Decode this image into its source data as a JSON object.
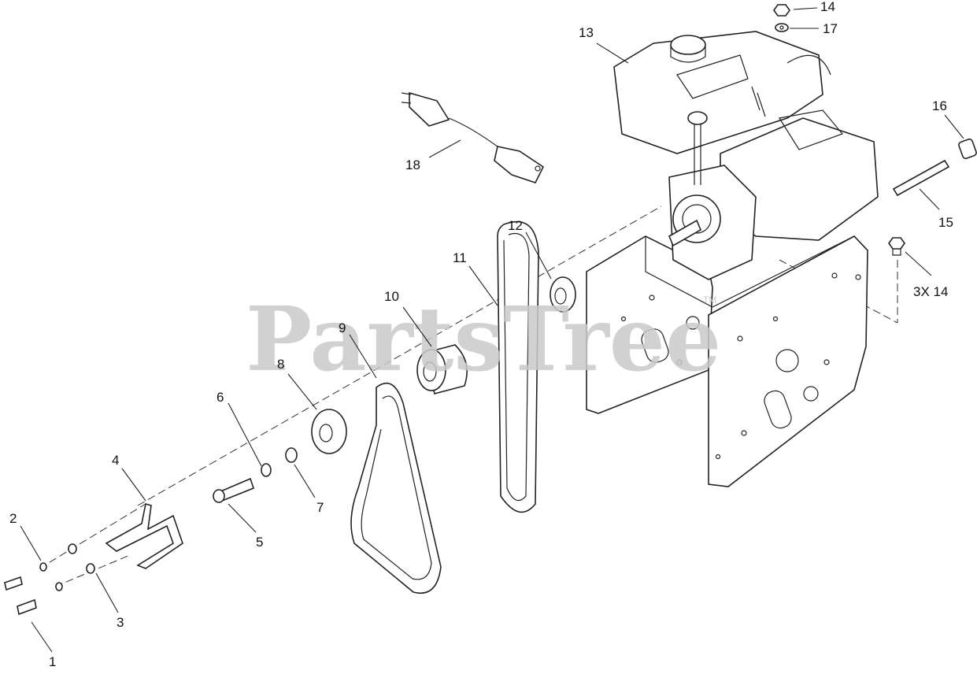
{
  "watermark": {
    "brand": "PartsTree",
    "trademark": "TM"
  },
  "callouts": {
    "c1": "1",
    "c2": "2",
    "c3": "3",
    "c4": "4",
    "c5": "5",
    "c6": "6",
    "c7": "7",
    "c8": "8",
    "c9": "9",
    "c10": "10",
    "c11": "11",
    "c12": "12",
    "c13": "13",
    "c14": "14",
    "c14b": "3X 14",
    "c15": "15",
    "c16": "16",
    "c17": "17",
    "c18": "18"
  },
  "colors": {
    "line": "#222222",
    "watermark": "#c9c9c9",
    "background": "#ffffff"
  }
}
